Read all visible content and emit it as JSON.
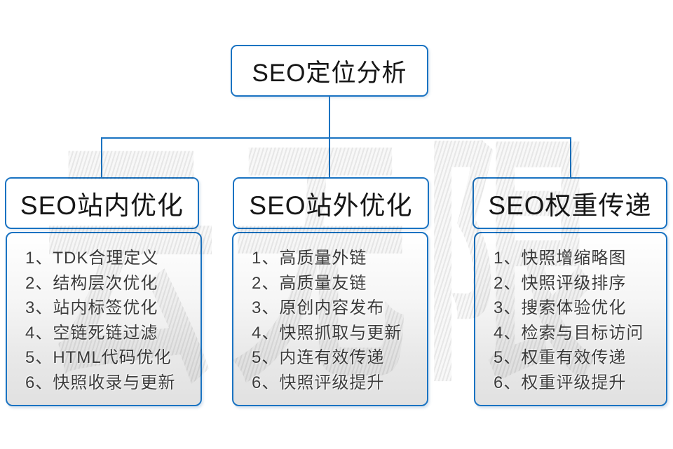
{
  "diagram": {
    "root_node": {
      "label": "SEO定位分析"
    },
    "columns": [
      {
        "title": "SEO站内优化",
        "items": [
          "1、TDK合理定义",
          "2、结构层次优化",
          "3、站内标签优化",
          "4、空链死链过滤",
          "5、HTML代码优化",
          "6、快照收录与更新"
        ]
      },
      {
        "title": "SEO站外优化",
        "items": [
          "1、高质量外链",
          "2、高质量友链",
          "3、原创内容发布",
          "4、快照抓取与更新",
          "5、内连有效传递",
          "6、快照评级提升"
        ]
      },
      {
        "title": "SEO权重传递",
        "items": [
          "1、快照增缩略图",
          "2、快照评级排序",
          "3、搜索体验优化",
          "4、检索与目标访问",
          "5、权重有效传递",
          "6、权重评级提升"
        ]
      }
    ]
  },
  "watermark": {
    "text": "云无限"
  },
  "colors": {
    "connector_blue": "#1a73c2",
    "item_text": "#3c3c3c",
    "panel_gradient_top": "#ffffff",
    "panel_gradient_bottom": "#e1e1e1",
    "watermark_gray": "#ececec",
    "background": "#ffffff"
  }
}
